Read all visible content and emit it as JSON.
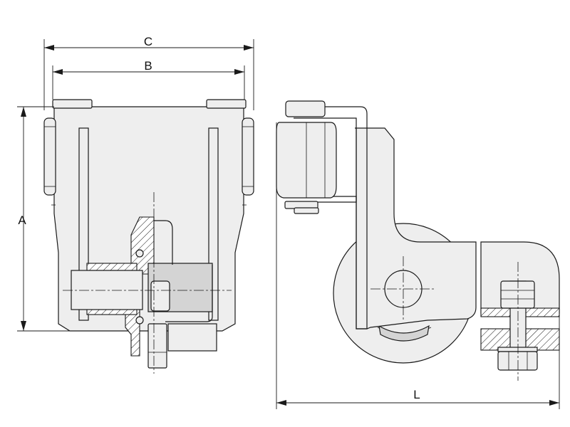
{
  "dimensions": {
    "A": "A",
    "B": "B",
    "C": "C",
    "L": "L"
  }
}
